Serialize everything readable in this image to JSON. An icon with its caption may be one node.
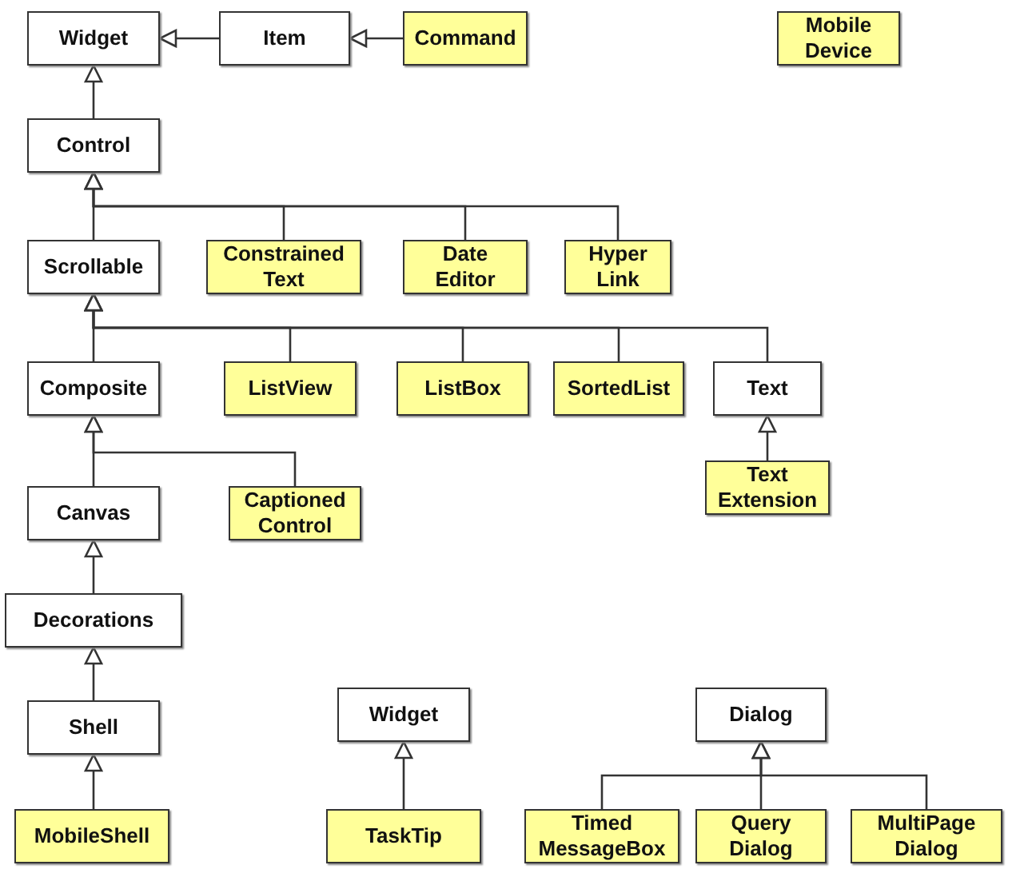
{
  "diagram": {
    "nodes": [
      {
        "text": [
          "Widget"
        ]
      },
      {
        "text": [
          "Item"
        ]
      },
      {
        "text": [
          "Command"
        ]
      },
      {
        "text": [
          "Mobile Device"
        ]
      },
      {
        "text": [
          "Control"
        ]
      },
      {
        "text": [
          "Scrollable"
        ]
      },
      {
        "text": [
          "Constrained Text"
        ]
      },
      {
        "text": [
          "Date Editor"
        ]
      },
      {
        "text": [
          "Hyper Link"
        ]
      },
      {
        "text": [
          "Composite"
        ]
      },
      {
        "text": [
          "ListView"
        ]
      },
      {
        "text": [
          "ListBox"
        ]
      },
      {
        "text": [
          "SortedList"
        ]
      },
      {
        "text": [
          "Text"
        ]
      },
      {
        "text": [
          "Canvas"
        ]
      },
      {
        "text": [
          "Captioned Control"
        ]
      },
      {
        "text": [
          "Text Extension"
        ]
      },
      {
        "text": [
          "Decorations"
        ]
      },
      {
        "text": [
          "Shell"
        ]
      },
      {
        "text": [
          "Widget"
        ]
      },
      {
        "text": [
          "Dialog"
        ]
      },
      {
        "text": [
          "MobileShell"
        ]
      },
      {
        "text": [
          "TaskTip"
        ]
      },
      {
        "text": [
          "Timed MessageBox"
        ]
      },
      {
        "text": [
          "Query Dialog"
        ]
      },
      {
        "text": [
          "MultiPage Dialog"
        ]
      }
    ],
    "edges": [
      {
        "from": 1,
        "to": 0,
        "arrow": "to"
      },
      {
        "from": 2,
        "to": 1,
        "arrow": "to"
      },
      {
        "from": 4,
        "to": 0,
        "arrow": "to"
      },
      {
        "from": 5,
        "to": 4,
        "arrow": "to"
      },
      {
        "from": 6,
        "to": 4,
        "arrow": "to"
      },
      {
        "from": 7,
        "to": 4,
        "arrow": "to"
      },
      {
        "from": 8,
        "to": 4,
        "arrow": "to"
      },
      {
        "from": 9,
        "to": 5,
        "arrow": "to"
      },
      {
        "from": 10,
        "to": 5,
        "arrow": "to"
      },
      {
        "from": 11,
        "to": 5,
        "arrow": "to"
      },
      {
        "from": 12,
        "to": 5,
        "arrow": "to"
      },
      {
        "from": 13,
        "to": 5,
        "arrow": "to"
      },
      {
        "from": 14,
        "to": 9,
        "arrow": "to"
      },
      {
        "from": 15,
        "to": 9,
        "arrow": "to"
      },
      {
        "from": 16,
        "to": 13,
        "arrow": "to"
      },
      {
        "from": 17,
        "to": 14,
        "arrow": "to"
      },
      {
        "from": 18,
        "to": 17,
        "arrow": "to"
      },
      {
        "from": 21,
        "to": 18,
        "arrow": "to"
      },
      {
        "from": 22,
        "to": 19,
        "arrow": "to"
      },
      {
        "from": 23,
        "to": 20,
        "arrow": "to"
      },
      {
        "from": 24,
        "to": 20,
        "arrow": "to"
      },
      {
        "from": 25,
        "to": 20,
        "arrow": "to"
      }
    ]
  }
}
